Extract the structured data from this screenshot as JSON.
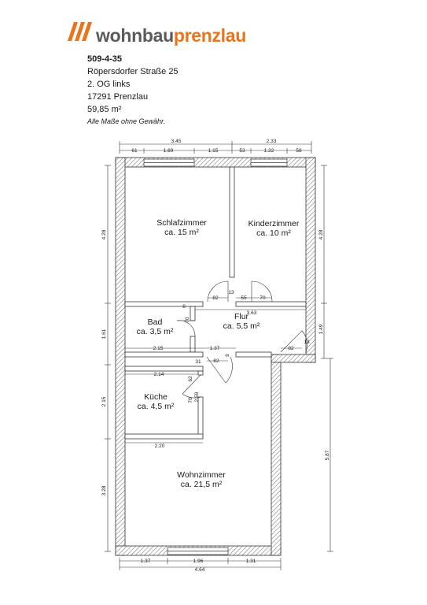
{
  "brand": {
    "name_part1": "wohnbau",
    "name_part2": "prenzlau",
    "colors": {
      "accent": "#e8741c",
      "gray": "#5a5a5a"
    },
    "icon": "triple-slash-logo-icon"
  },
  "listing": {
    "code": "509-4-35",
    "street": "Röpersdorfer Straße 25",
    "floor": "2. OG links",
    "city": "17291 Prenzlau",
    "area": "59,85 m²",
    "note": "Alle Maße ohne Gewähr."
  },
  "rooms": {
    "schlafzimmer": {
      "name": "Schlafzimmer",
      "area": "ca. 15 m²"
    },
    "kinderzimmer": {
      "name": "Kinderzimmer",
      "area": "ca. 10 m²"
    },
    "bad": {
      "name": "Bad",
      "area": "ca. 3,5 m²"
    },
    "flur": {
      "name": "Flur",
      "area": "ca. 5,5 m²"
    },
    "kueche": {
      "name": "Küche",
      "area": "ca. 4,5 m²"
    },
    "wohnzimmer": {
      "name": "Wohnzimmer",
      "area": "ca. 21,5 m²"
    }
  },
  "dimensions": {
    "top_total_left": "3.45",
    "top_total_right": "2.33",
    "top_seg": [
      "61",
      "1.69",
      "1.15",
      "53",
      "1.22",
      "58"
    ],
    "bottom_seg": [
      "1.37",
      "1.96",
      "1.31"
    ],
    "bottom_total": "4.64",
    "left": [
      "4.28",
      "1.61",
      "2.15",
      "3.28"
    ],
    "right": [
      "4.28",
      "1.49",
      "5.87"
    ],
    "inner": {
      "d82a": "82",
      "d13a": "13",
      "d55": "55",
      "d70a": "70",
      "d8": "8",
      "d70b": "70",
      "d363": "3.63",
      "d215": "2.15",
      "d137": "1.37",
      "d82b": "82",
      "d13b": "13",
      "d9": "9",
      "d31": "31",
      "d82c": "82",
      "d214": "2.14",
      "d62": "62",
      "d70c": "70",
      "d259": "2.59",
      "d220": "2.20"
    }
  }
}
